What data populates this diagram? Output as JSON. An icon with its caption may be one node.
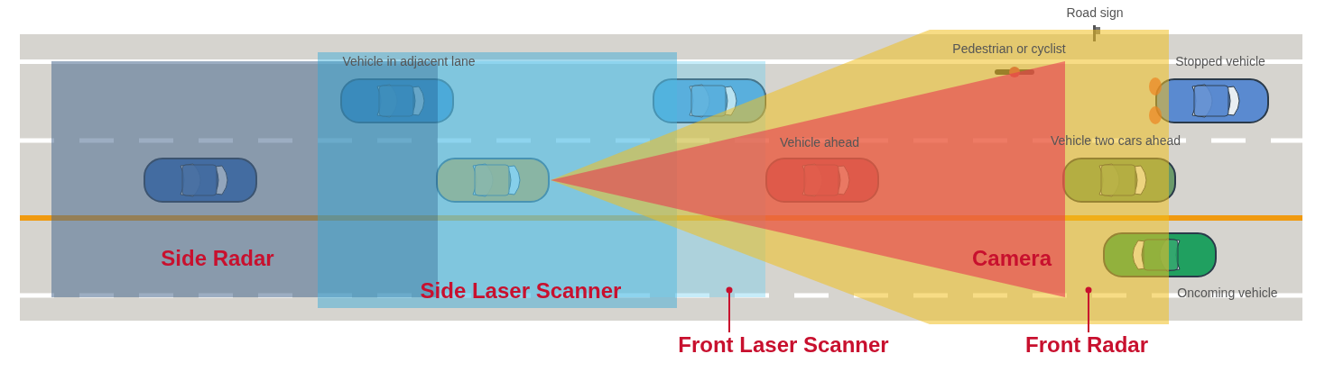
{
  "diagram": {
    "nodes": [
      {
        "text": [
          "Front Laser Scanner"
        ]
      },
      {
        "text": [],
        "shape": "box"
      },
      {
        "text": [
          "Front Radar"
        ]
      },
      {
        "text": [],
        "shape": "box"
      }
    ],
    "edges": [
      {
        "from": 0,
        "to": 1,
        "arrow": "other"
      },
      {
        "from": 2,
        "to": 3,
        "arrow": "other"
      }
    ],
    "labels": [
      "Road sign",
      "Pedestrian or cyclist",
      "Vehicle in adjacent lane",
      "Stopped vehicle",
      "Vehicle ahead",
      "Vehicle two cars ahead",
      "Side Radar",
      "Camera",
      "Side Laser Scanner",
      "Oncoming vehicle"
    ]
  }
}
